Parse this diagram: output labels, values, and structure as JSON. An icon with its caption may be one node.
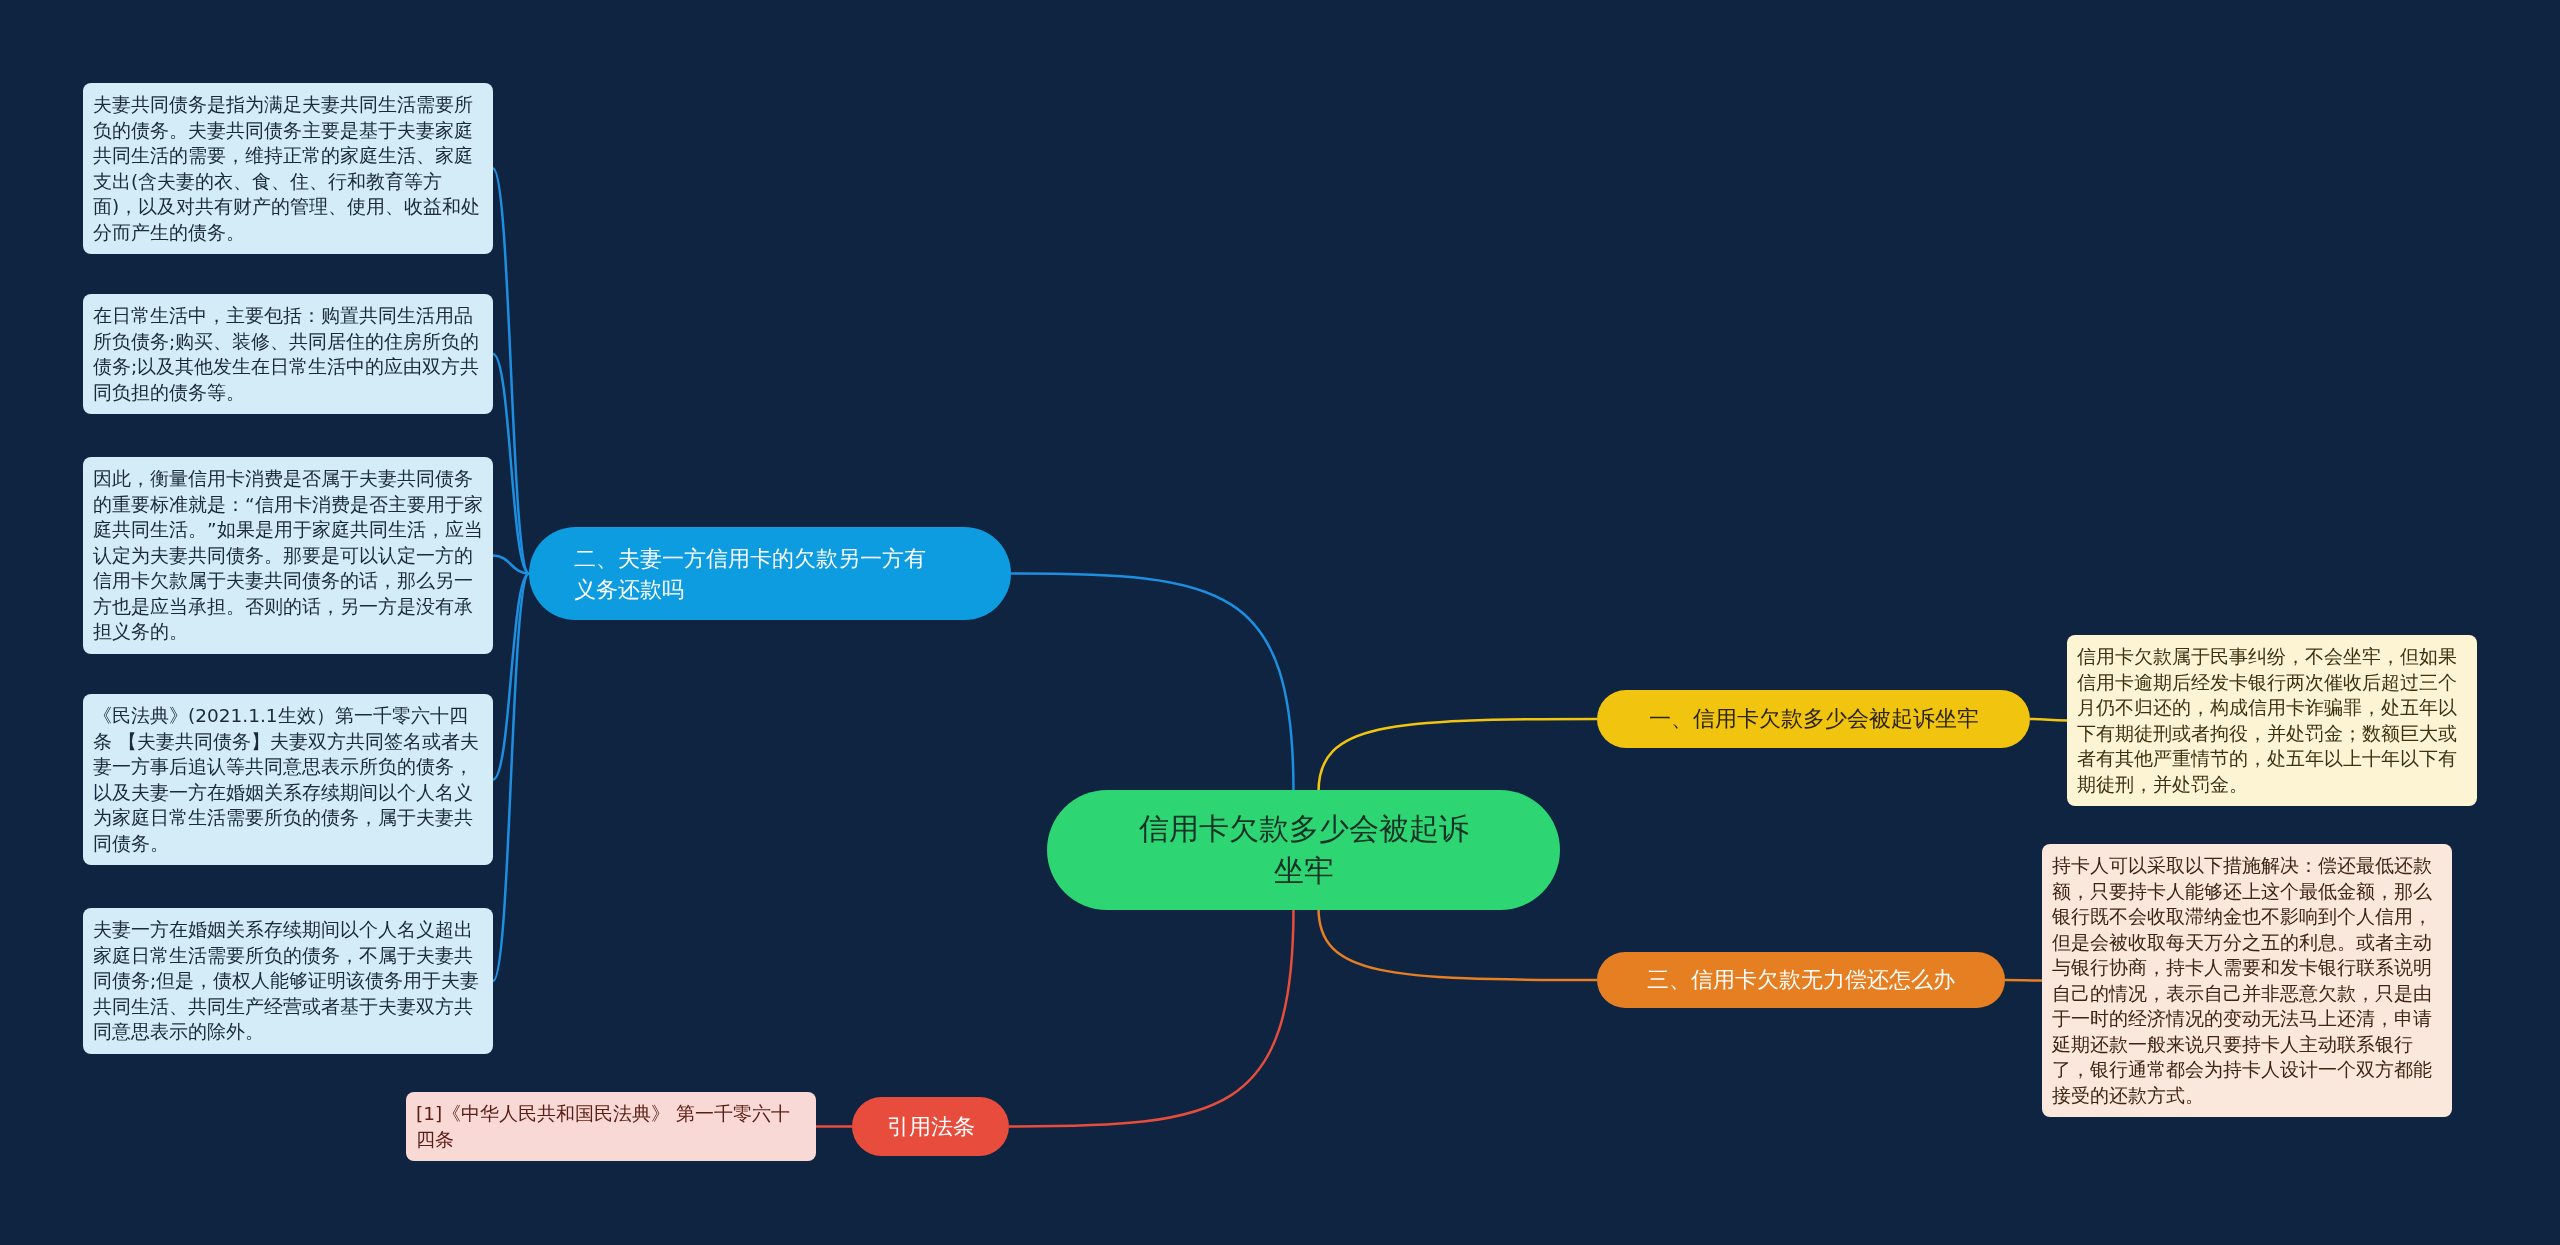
{
  "diagram": {
    "nodes": [
      {
        "text": [
          "信用卡欠款多少会被起诉坐牢"
        ]
      },
      {
        "text": [
          "一、信用卡欠款多少会被起诉坐牢"
        ]
      },
      {
        "text": [
          "信用卡欠款属于民事纠纷，不会坐牢，但如果信用卡逾期后经发卡银行两次催收后超过三个月仍不归还的，构成信用卡诈骗罪，处五年以下有期徒刑或者拘役，并处罚金；数额巨大或者有其他严重情节的，处五年以上十年以下有期徒刑，并处罚金。"
        ]
      },
      {
        "text": [
          "三、信用卡欠款无力偿还怎么办"
        ]
      },
      {
        "text": [
          "持卡人可以采取以下措施解决：偿还最低还款额，只要持卡人能够还上这个最低金额，那么银行既不会收取滞纳金也不影响到个人信用，但是会被收取每天万分之五的利息。或者主动与银行协商，持卡人需要和发卡银行联系说明自己的情况，表示自己并非恶意欠款，只是由于一时的经济情况的变动无法马上还清，申请延期还款一般来说只要持卡人主动联系银行了，银行通常都会为持卡人设计一个双方都能接受的还款方式。"
        ]
      },
      {
        "text": [
          "二、夫妻一方信用卡的欠款另一方有义务还款吗"
        ]
      },
      {
        "text": [
          "夫妻共同债务是指为满足夫妻共同生活需要所负的债务。夫妻共同债务主要是基于夫妻家庭共同生活的需要，维持正常的家庭生活、家庭支出(含夫妻的衣、食、住、行和教育等方面)，以及对共有财产的管理、使用、收益和处分而产生的债务。"
        ]
      },
      {
        "text": [
          "在日常生活中，主要包括：购置共同生活用品所负债务;购买、装修、共同居住的住房所负的债务;以及其他发生在日常生活中的应由双方共同负担的债务等。"
        ]
      },
      {
        "text": [
          "因此，衡量信用卡消费是否属于夫妻共同债务的重要标准就是：“信用卡消费是否主要用于家庭共同生活。”如果是用于家庭共同生活，应当认定为夫妻共同债务。那要是可以认定一方的信用卡欠款属于夫妻共同债务的话，那么另一方也是应当承担。否则的话，另一方是没有承担义务的。"
        ]
      },
      {
        "text": [
          "《民法典》(2021.1.1生效）第一千零六十四条 【夫妻共同债务】夫妻双方共同签名或者夫妻一方事后追认等共同意思表示所负的债务，以及夫妻一方在婚姻关系存续期间以个人名义为家庭日常生活需要所负的债务，属于夫妻共同债务。"
        ]
      },
      {
        "text": [
          "夫妻一方在婚姻关系存续期间以个人名义超出家庭日常生活需要所负的债务，不属于夫妻共同债务;但是，债权人能够证明该债务用于夫妻共同生活、共同生产经营或者基于夫妻双方共同意思表示的除外。"
        ]
      },
      {
        "text": [
          "引用法条"
        ]
      },
      {
        "text": [
          "[1]《中华人民共和国民法典》 第一千零六十四条"
        ]
      }
    ],
    "edges": [
      {
        "from": 0,
        "to": 1,
        "arrow": "none",
        "color": "#f1c40f"
      },
      {
        "from": 1,
        "to": 2,
        "arrow": "none",
        "color": "#f1c40f"
      },
      {
        "from": 0,
        "to": 3,
        "arrow": "none",
        "color": "#e67e22"
      },
      {
        "from": 3,
        "to": 4,
        "arrow": "none",
        "color": "#e67e22"
      },
      {
        "from": 0,
        "to": 5,
        "arrow": "none"
      },
      {
        "from": 5,
        "to": 6,
        "arrow": "none"
      },
      {
        "from": 5,
        "to": 7,
        "arrow": "none"
      },
      {
        "from": 5,
        "to": 8,
        "arrow": "none"
      },
      {
        "from": 5,
        "to": 9,
        "arrow": "none"
      },
      {
        "from": 5,
        "to": 10,
        "arrow": "none"
      },
      {
        "from": 0,
        "to": 11,
        "arrow": "none",
        "color": "#e74c3c"
      },
      {
        "from": 11,
        "to": 12,
        "arrow": "none",
        "color": "#e74c3c"
      }
    ]
  }
}
